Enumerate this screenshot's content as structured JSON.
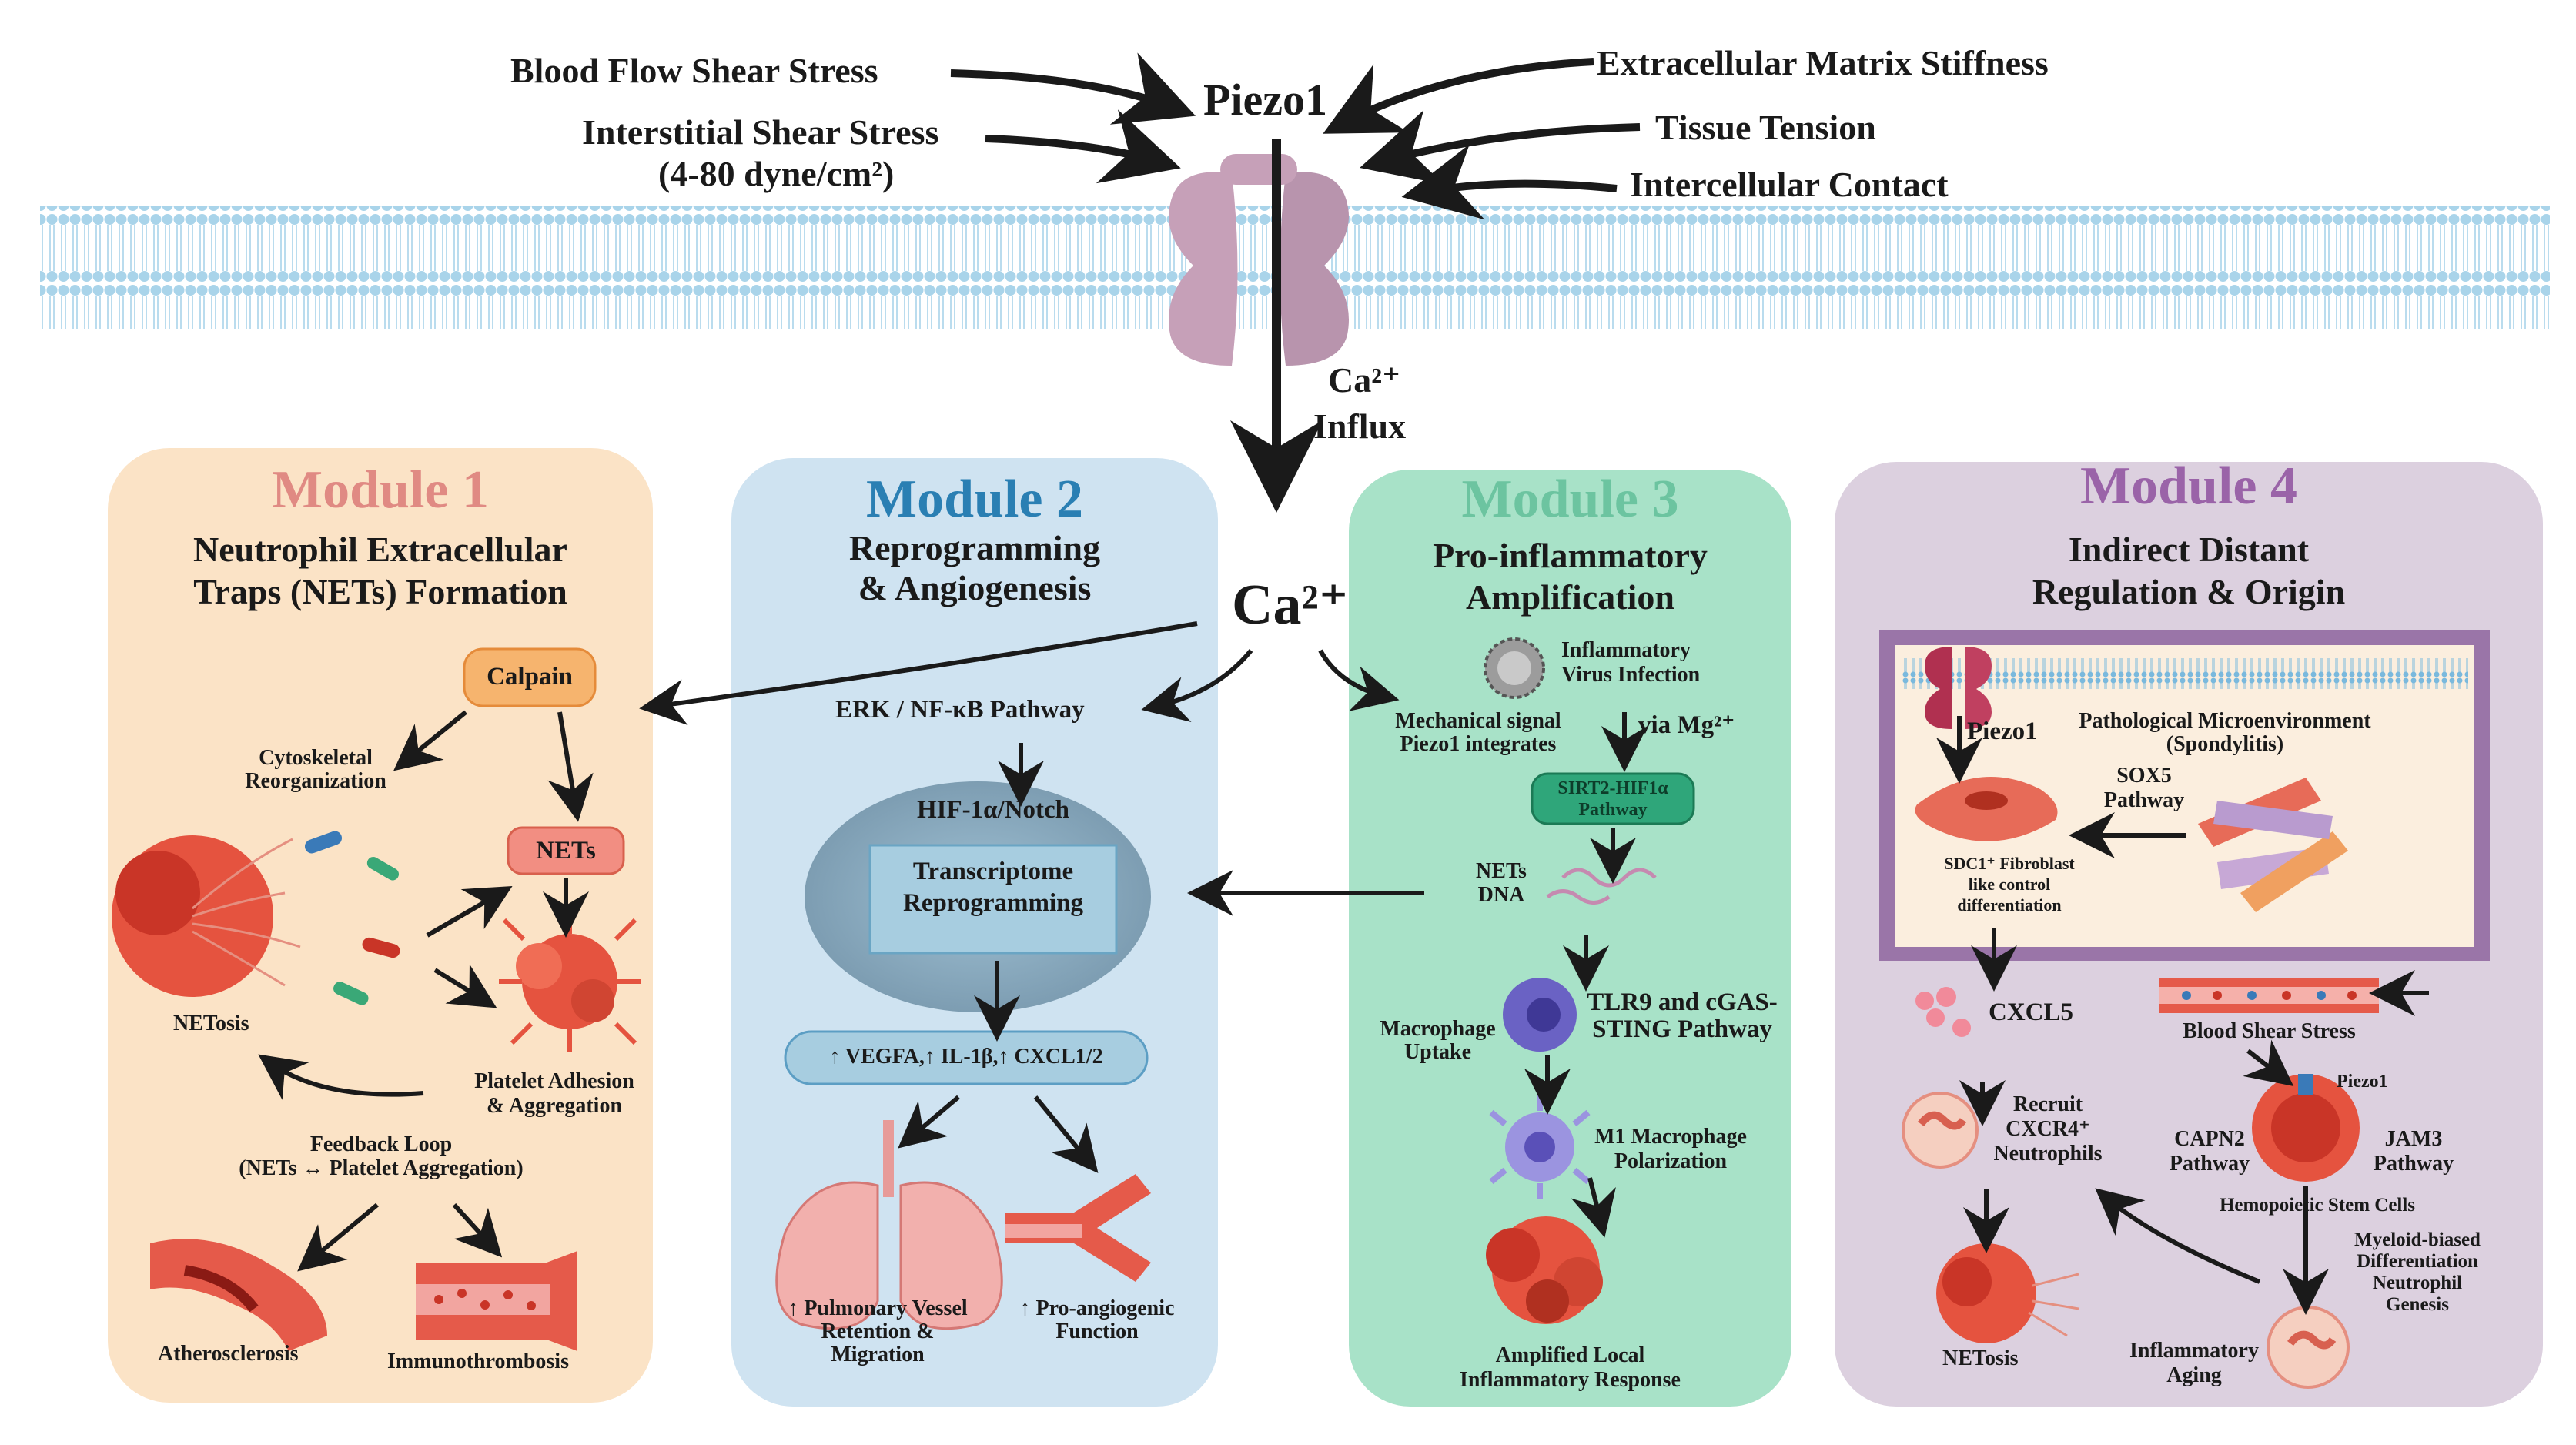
{
  "colors": {
    "module1_bg": "#fbe3c6",
    "module2_bg": "#cfe3f1",
    "module3_bg": "#a8e2c8",
    "module4_bg": "#dcd0df",
    "module1_title": "#e08a83",
    "module2_title": "#2a7fb3",
    "module3_title": "#6cc4a0",
    "module4_title": "#9a63a8",
    "membrane": "#a9d4ea",
    "piezo": "#c6a0b8"
  },
  "header": {
    "piezo1": "Piezo1",
    "inputs": {
      "blood_flow": "Blood Flow Shear Stress",
      "interstitial": "Interstitial Shear Stress",
      "interstitial_range": "(4-80 dyne/cm²)",
      "ecm": "Extracellular Matrix Stiffness",
      "tissue": "Tissue Tension",
      "intercellular": "Intercellular Contact"
    },
    "influx_ca": "Ca²⁺",
    "influx": "Influx",
    "ca_center": "Ca²⁺"
  },
  "module1": {
    "title": "Module 1",
    "subtitle_1": "Neutrophil Extracellular",
    "subtitle_2": "Traps (NETs) Formation",
    "calpain": "Calpain",
    "cytoskeletal_1": "Cytoskeletal",
    "cytoskeletal_2": "Reorganization",
    "nets": "NETs",
    "netosis": "NETosis",
    "platelet_1": "Platelet Adhesion",
    "platelet_2": "& Aggregation",
    "feedback_1": "Feedback Loop",
    "feedback_2": "(NETs ↔ Platelet Aggregation)",
    "atherosclerosis": "Atherosclerosis",
    "immunothrombosis": "Immunothrombosis"
  },
  "module2": {
    "title": "Module 2",
    "subtitle_1": "Reprogramming",
    "subtitle_2": "& Angiogenesis",
    "erk": "ERK / NF-κB Pathway",
    "hif": "HIF-1α/Notch",
    "transcriptome_1": "Transcriptome",
    "transcriptome_2": "Reprogramming",
    "vegfa": "↑ VEGFA,↑ IL-1β,↑ CXCL1/2",
    "pulmonary_1": "↑ Pulmonary Vessel",
    "pulmonary_2": "Retention &",
    "pulmonary_3": "Migration",
    "proangio_1": "↑ Pro-angiogenic",
    "proangio_2": "Function"
  },
  "module3": {
    "title": "Module 3",
    "subtitle_1": "Pro-inflammatory",
    "subtitle_2": "Amplification",
    "virus_1": "Inflammatory",
    "virus_2": "Virus Infection",
    "mech_1": "Mechanical signal",
    "mech_2": "Piezo1 integrates",
    "via_mg": "via Mg²⁺",
    "sirt2_1": "SIRT2-HIF1α",
    "sirt2_2": "Pathway",
    "nets_1": "NETs",
    "nets_2": "DNA",
    "macrophage_1": "Macrophage",
    "macrophage_2": "Uptake",
    "tlr9_1": "TLR9 and cGAS-",
    "tlr9_2": "STING Pathway",
    "m1_1": "M1 Macrophage",
    "m1_2": "Polarization",
    "amplified_1": "Amplified Local",
    "amplified_2": "Inflammatory Response"
  },
  "module4": {
    "title": "Module 4",
    "subtitle_1": "Indirect Distant",
    "subtitle_2": "Regulation & Origin",
    "piezo1": "Piezo1",
    "patho_1": "Pathological Microenvironment",
    "patho_2": "(Spondylitis)",
    "sox5_1": "SOX5",
    "sox5_2": "Pathway",
    "sdc1_1": "SDC1⁺ Fibroblast",
    "sdc1_2": "like control",
    "sdc1_3": "differentiation",
    "cxcl5": "CXCL5",
    "blood_shear": "Blood Shear Stress",
    "recruit_1": "Recruit",
    "recruit_2": "CXCR4⁺",
    "recruit_3": "Neutrophils",
    "piezo1_small": "Piezo1",
    "capn2_1": "CAPN2",
    "capn2_2": "Pathway",
    "jam3_1": "JAM3",
    "jam3_2": "Pathway",
    "hsc": "Hemopoietic Stem Cells",
    "myeloid_1": "Myeloid-biased",
    "myeloid_2": "Differentiation",
    "myeloid_3": "Neutrophil",
    "myeloid_4": "Genesis",
    "netosis": "NETosis",
    "aging_1": "Inflammatory",
    "aging_2": "Aging"
  }
}
